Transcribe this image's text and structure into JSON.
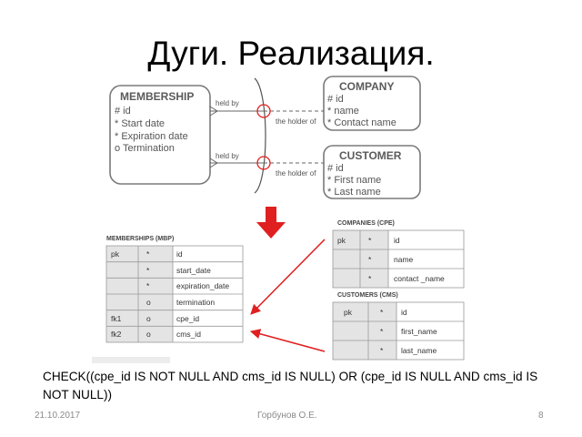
{
  "slide": {
    "title": "Дуги. Реализация.",
    "check_constraint": "CHECK((cpe_id IS NOT NULL AND cms_id IS NULL) OR (cpe_id IS NULL AND cms_id IS NOT NULL))",
    "footer_date": "21.10.2017",
    "footer_author": "Горбунов О.Е.",
    "footer_page": "8"
  },
  "er": {
    "membership": {
      "name": "MEMBERSHIP",
      "attrs": [
        "# id",
        "* Start date",
        "* Expiration date",
        "o Termination"
      ]
    },
    "company": {
      "name": "COMPANY",
      "attrs": [
        "# id",
        "* name",
        "* Contact name"
      ]
    },
    "customer": {
      "name": "CUSTOMER",
      "attrs": [
        "# id",
        "* First name",
        "* Last name"
      ]
    },
    "rel_left_1": "held by",
    "rel_left_2": "held by",
    "rel_right_1": "the holder of",
    "rel_right_2": "the holder of"
  },
  "tables": {
    "memberships": {
      "caption": "MEMBERSHIPS (MBP)",
      "rows": [
        [
          "pk",
          "*",
          "id"
        ],
        [
          "",
          "*",
          "start_date"
        ],
        [
          "",
          "*",
          "expiration_date"
        ],
        [
          "",
          "o",
          "termination"
        ],
        [
          "fk1",
          "o",
          "cpe_id"
        ],
        [
          "fk2",
          "o",
          "cms_id"
        ]
      ]
    },
    "companies": {
      "caption": "COMPANIES (CPE)",
      "rows": [
        [
          "pk",
          "*",
          "id"
        ],
        [
          "",
          "*",
          "name"
        ],
        [
          "",
          "*",
          "contact _name"
        ]
      ]
    },
    "customers": {
      "caption": "CUSTOMERS (CMS)",
      "rows": [
        [
          "pk",
          "*",
          "id"
        ],
        [
          "",
          "*",
          "first_name"
        ],
        [
          "",
          "*",
          "last_name"
        ]
      ]
    }
  },
  "colors": {
    "arrow_red": "#e02020",
    "box_stroke": "#7a7a7a",
    "footer_gray": "#8a8a8a"
  }
}
